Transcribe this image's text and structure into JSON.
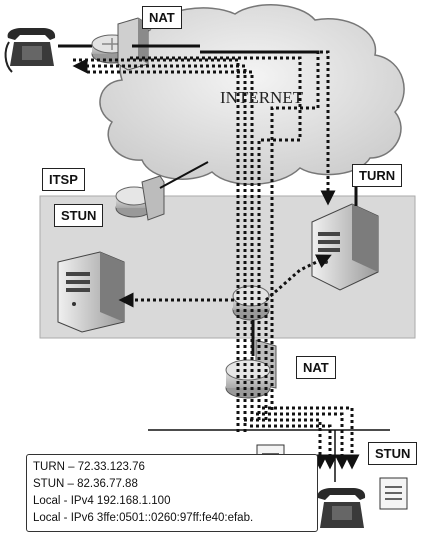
{
  "labels": {
    "nat_top": "NAT",
    "internet": "INTERNET",
    "itsp": "ITSP",
    "turn": "TURN",
    "stun_server": "STUN",
    "nat_bottom": "NAT",
    "stun_client": "STUN"
  },
  "info": {
    "lines": [
      "TURN – 72.33.123.76",
      "STUN – 82.36.77.88",
      "Local - IPv4 192.168.1.100",
      "Local - IPv6 3ffe:0501::0260:97ff:fe40:efab."
    ]
  }
}
